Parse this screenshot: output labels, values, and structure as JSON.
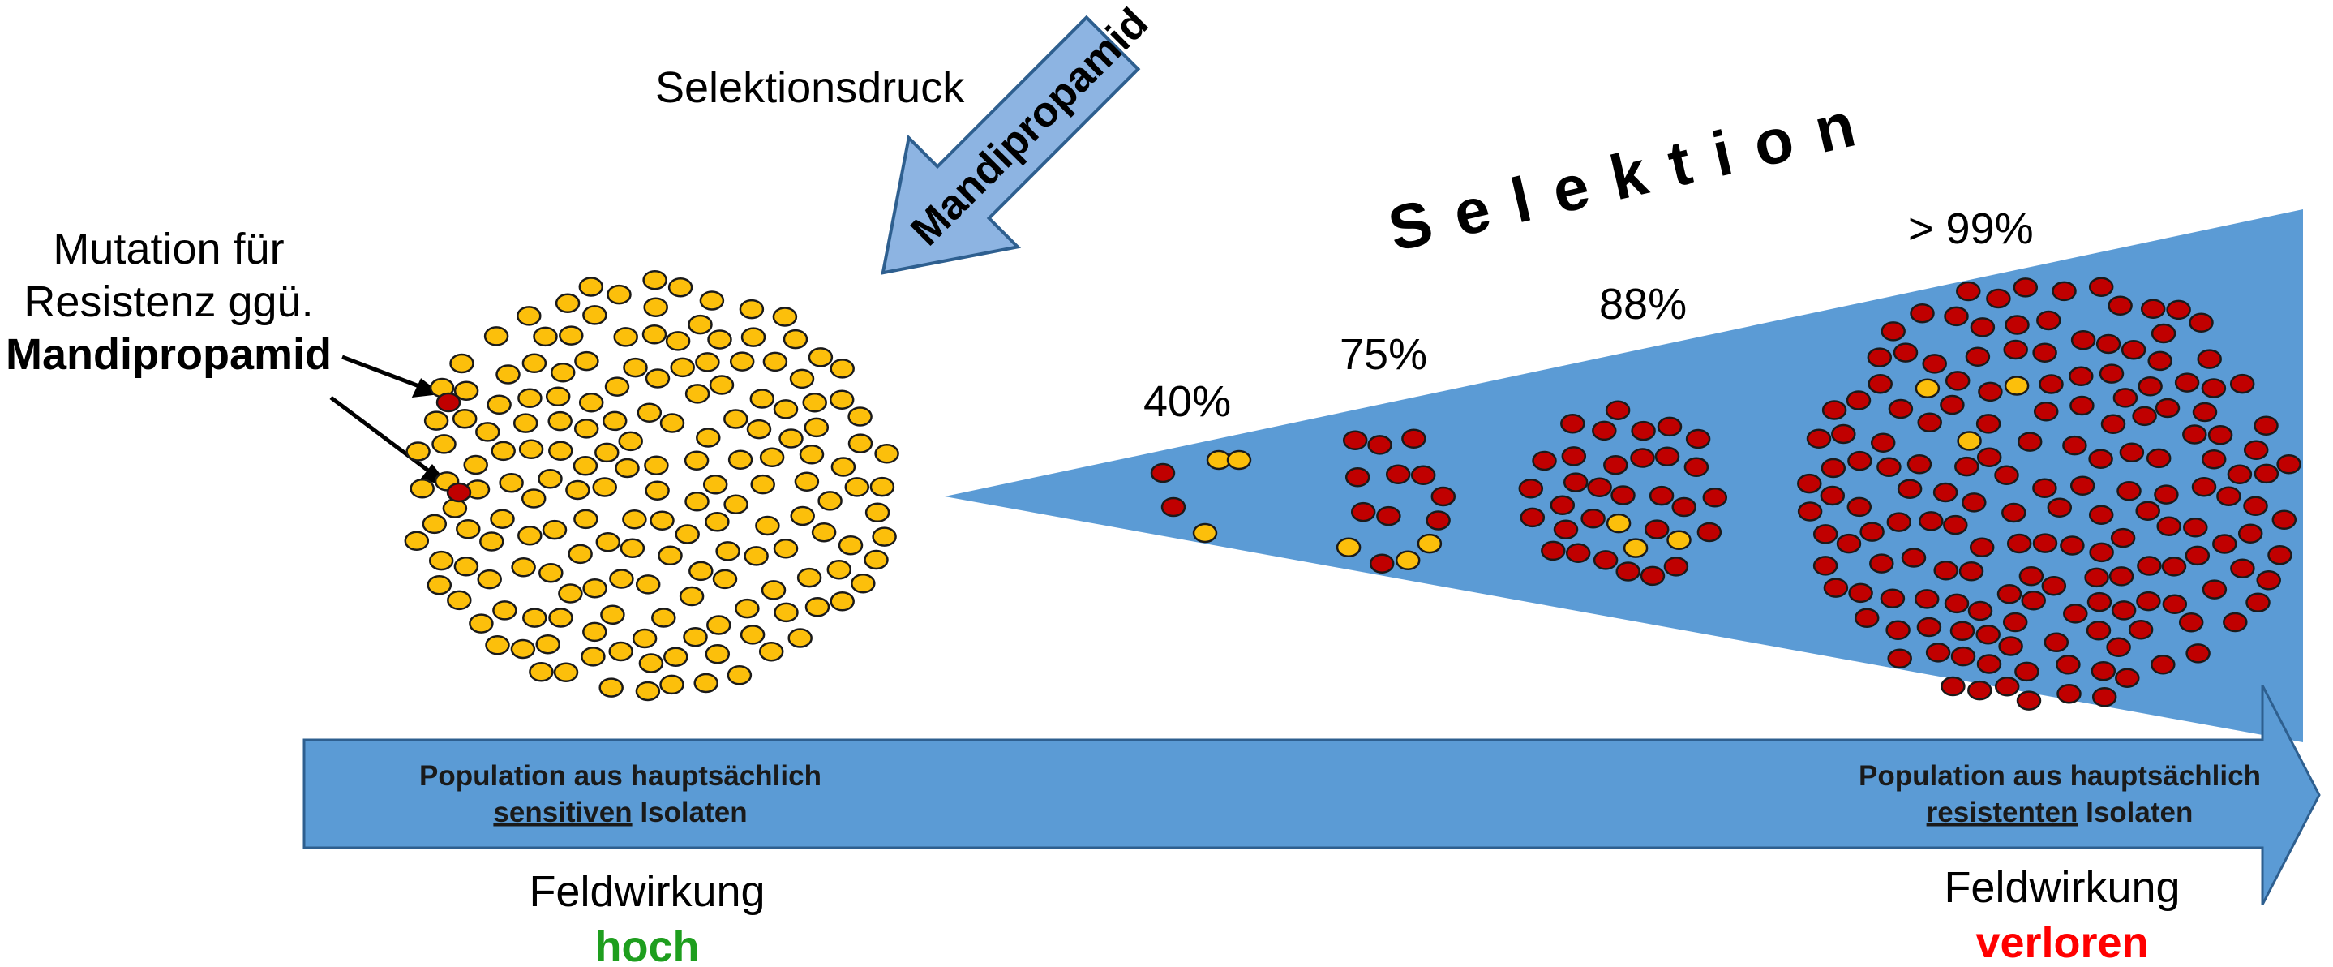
{
  "colors": {
    "sensitive": "#FCBF0B",
    "resistant": "#C00000",
    "arrow_blue": "#5B9BD5",
    "arrow_light": "#8DB4E2",
    "good": "#1E9E1E",
    "bad": "#FF0000"
  },
  "labels": {
    "pressure": "Selektionsdruck",
    "pressure_arrow": "Mandipropamid",
    "mutation_line1": "Mutation für",
    "mutation_line2": "Resistenz ggü.",
    "mutation_line3": "Mandipropamid",
    "selection": "Selektion"
  },
  "stages": [
    {
      "percent": "40%"
    },
    {
      "percent": "75%"
    },
    {
      "percent": "88%"
    },
    {
      "percent": "> 99%"
    }
  ],
  "band": {
    "left_line1": "Population aus hauptsächlich",
    "left_line2_under": "sensitiven",
    "left_line2_rest": " Isolaten",
    "right_line1": "Population aus hauptsächlich",
    "right_line2_under": "resistenten",
    "right_line2_rest": " Isolaten"
  },
  "field": {
    "left_label": "Feldwirkung",
    "left_value": "hoch",
    "right_label": "Feldwirkung",
    "right_value": "verloren"
  }
}
